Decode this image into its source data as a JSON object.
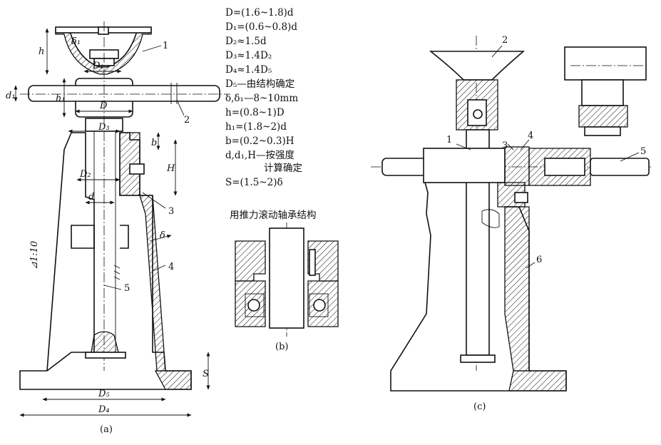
{
  "formulas": [
    "D=(1.6~1.8)d",
    "D₁=(0.6~0.8)d",
    "D₂≈1.5d",
    "D₃≈1.4D₂",
    "D₄≈1.4D₅",
    "D₅—由结构确定",
    "δ,δ₁—8~10mm",
    "h=(0.8~1)D",
    "h₁=(1.8~2)d",
    "b=(0.2~0.3)H",
    "d,d₁,H—按强度",
    "计算确定",
    "S=(1.5~2)δ"
  ],
  "captions": {
    "a": "(a)",
    "b": "(b)",
    "c": "(c)",
    "b_title": "用推力滚动轴承结构"
  },
  "fig_a": {
    "part_numbers": [
      "1",
      "2",
      "3",
      "4",
      "5"
    ],
    "dims": {
      "h": "h",
      "delta1": "δ₁",
      "D1": "D₁",
      "d1": "d₁",
      "h1": "h₁",
      "D": "D",
      "D3": "D₃",
      "b": "b",
      "H": "H",
      "D2": "D₂",
      "d": "d",
      "delta": "δ",
      "taper": "⊿1:10",
      "S": "S",
      "D5": "D₅",
      "D4": "D₄"
    }
  },
  "fig_c": {
    "part_numbers": [
      "1",
      "2",
      "3",
      "4",
      "5",
      "6"
    ]
  }
}
